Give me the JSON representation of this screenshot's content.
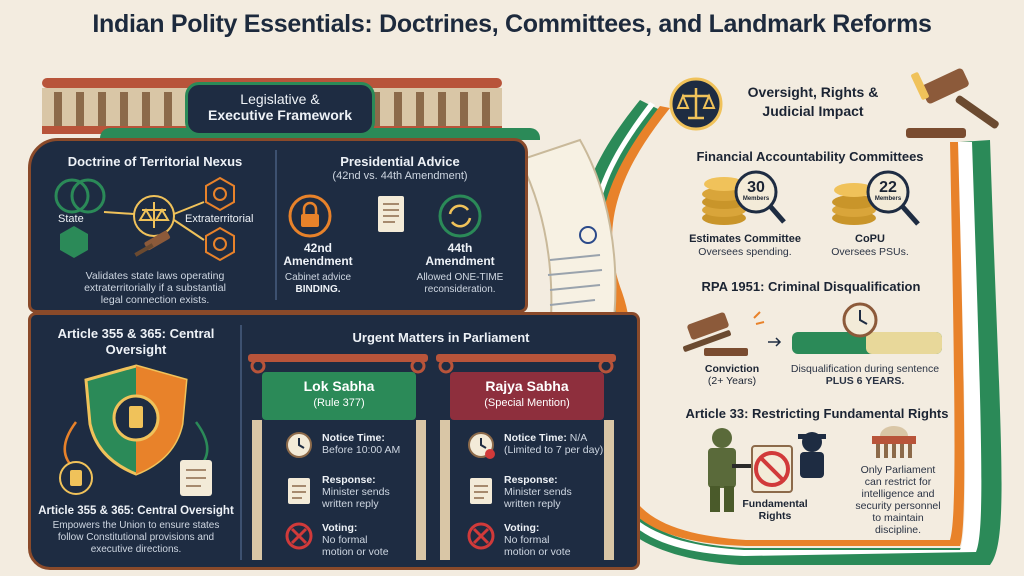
{
  "title": "Indian Polity Essentials: Doctrines, Committees, and Landmark Reforms",
  "legislative": {
    "line1": "Legislative &",
    "line2": "Executive Framework"
  },
  "territorial": {
    "heading": "Doctrine of Territorial Nexus",
    "state_label": "State",
    "extra_label": "Extraterritorial",
    "desc1": "Validates state laws operating",
    "desc2": "extraterritorially if a substantial",
    "desc3": "legal connection exists."
  },
  "presidential": {
    "heading": "Presidential Advice",
    "sub": "(42nd vs. 44th Amendment)",
    "left_title1": "42nd",
    "left_title2": "Amendment",
    "left_desc1": "Cabinet advice",
    "left_desc2": "BINDING.",
    "right_title1": "44th",
    "right_title2": "Amendment",
    "right_desc1": "Allowed ONE-TIME",
    "right_desc2": "reconsideration."
  },
  "article355": {
    "heading1": "Article 355 & 365: Central",
    "heading2": "Oversight",
    "caption": "Article 355 & 365: Central Oversight",
    "desc1": "Empowers the Union to ensure states",
    "desc2": "follow Constitutional provisions and",
    "desc3": "executive directions."
  },
  "urgent": {
    "heading": "Urgent Matters in Parliament",
    "lok": {
      "name": "Lok Sabha",
      "rule": "(Rule 377)",
      "notice_label": "Notice Time:",
      "notice_value": "Before 10:00 AM",
      "response_label": "Response:",
      "response_value1": "Minister sends",
      "response_value2": "written reply",
      "voting_label": "Voting:",
      "voting_value1": "No formal",
      "voting_value2": "motion or vote"
    },
    "rajya": {
      "name": "Rajya Sabha",
      "rule": "(Special Mention)",
      "notice_label": "Notice Time:",
      "notice_value1": "N/A",
      "notice_value2": "(Limited to 7 per day)",
      "response_label": "Response:",
      "response_value1": "Minister sends",
      "response_value2": "written reply",
      "voting_label": "Voting:",
      "voting_value1": "No formal",
      "voting_value2": "motion or vote"
    }
  },
  "oversight": {
    "line1": "Oversight, Rights &",
    "line2": "Judicial Impact"
  },
  "financial": {
    "heading": "Financial Accountability Committees",
    "estimates": {
      "count": "30",
      "unit": "Members",
      "name": "Estimates Committee",
      "desc": "Oversees spending."
    },
    "copu": {
      "count": "22",
      "unit": "Members",
      "name": "CoPU",
      "desc": "Oversees PSUs."
    }
  },
  "rpa": {
    "heading": "RPA 1951: Criminal Disqualification",
    "conviction1": "Conviction",
    "conviction2": "(2+ Years)",
    "desc1": "Disqualification during sentence",
    "desc2": "PLUS 6 YEARS."
  },
  "article33": {
    "heading": "Article 33: Restricting Fundamental Rights",
    "rights1": "Fundamental",
    "rights2": "Rights",
    "desc1": "Only Parliament",
    "desc2": "can restrict for",
    "desc3": "intelligence and",
    "desc4": "security personnel",
    "desc5": "to maintain",
    "desc6": "discipline."
  },
  "colors": {
    "navy": "#1e2c42",
    "green": "#2b8a58",
    "maroon": "#8e2f3d",
    "saffron": "#e8822a",
    "gold": "#f0c25a"
  }
}
